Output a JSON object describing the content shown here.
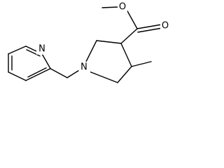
{
  "molecule": {
    "atoms": {
      "ring_n": "N",
      "pyridine_n": "N",
      "carbonyl_o": "O",
      "ester_o": "O"
    }
  },
  "colors": {
    "bond": "#000000",
    "label": "#000000",
    "background": "#ffffff"
  }
}
